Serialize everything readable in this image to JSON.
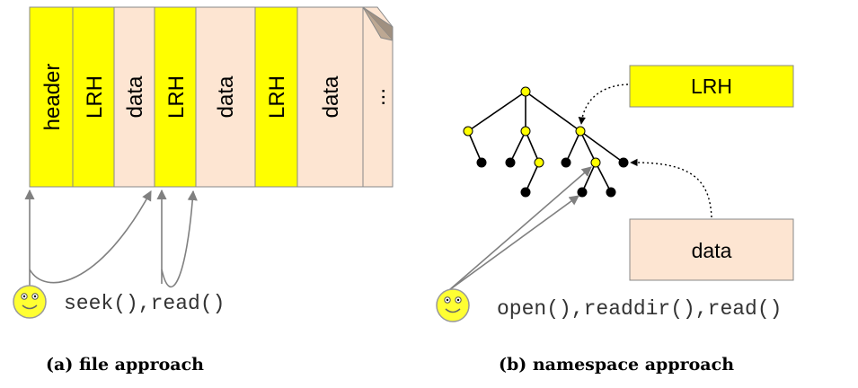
{
  "left": {
    "segments": [
      {
        "label": "header",
        "kind": "header"
      },
      {
        "label": "LRH",
        "kind": "lrh"
      },
      {
        "label": "data",
        "kind": "data"
      },
      {
        "label": "LRH",
        "kind": "lrh"
      },
      {
        "label": "data",
        "kind": "data"
      },
      {
        "label": "LRH",
        "kind": "lrh"
      },
      {
        "label": "data",
        "kind": "data"
      },
      {
        "label": "...",
        "kind": "more"
      }
    ],
    "code": "seek(),read()",
    "caption": "(a) file approach"
  },
  "right": {
    "lrh_box": "LRH",
    "data_box": "data",
    "code": "open(),readdir(),read()",
    "caption": "(b) namespace approach"
  },
  "colors": {
    "yellow": "#ffff00",
    "peach": "#fde5d2",
    "stroke": "#888888",
    "node_dark": "#000000"
  }
}
